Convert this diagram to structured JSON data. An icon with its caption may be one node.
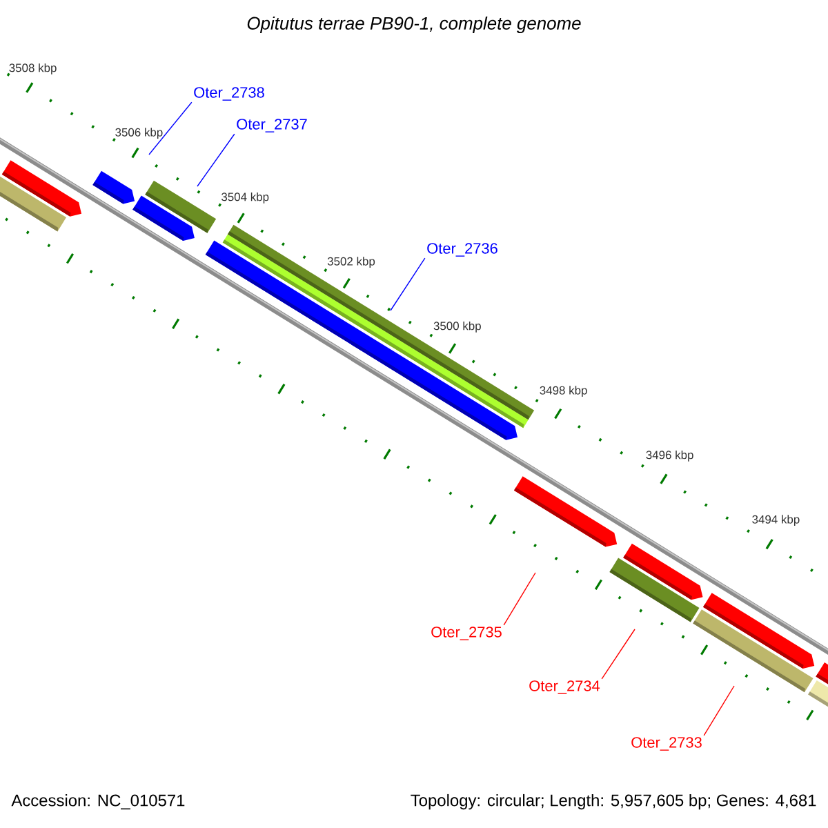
{
  "diagram": {
    "title": "Opitutus terrae PB90-1, complete genome",
    "nodes": [
      {
        "text": [
          "Oter_2738"
        ]
      },
      {
        "text": [
          "Oter_2737"
        ]
      },
      {
        "text": [
          "Oter_2736"
        ]
      },
      {
        "text": [
          "Oter_2735"
        ]
      },
      {
        "text": [
          "Oter_2734"
        ]
      },
      {
        "text": [
          "Oter_2733"
        ]
      }
    ],
    "edges": [
      {
        "from": 0,
        "to": null,
        "arrow": "none"
      },
      {
        "from": 1,
        "to": null,
        "arrow": "none"
      },
      {
        "from": 2,
        "to": null,
        "arrow": "none"
      },
      {
        "from": 3,
        "to": null,
        "arrow": "none",
        "color": "#ff0000"
      },
      {
        "from": 4,
        "to": null,
        "arrow": "none",
        "color": "#ff0000"
      },
      {
        "from": 5,
        "to": null,
        "arrow": "none",
        "color": "#ff0000"
      }
    ],
    "labels": [
      "3508 kbp",
      "3506 kbp",
      "3504 kbp",
      "3502 kbp",
      "3500 kbp",
      "3498 kbp",
      "3496 kbp",
      "3494 kbp",
      "Accession: NC_010571",
      "Topology: circular; Length: 5,957,605 bp; Genes: 4,681"
    ]
  }
}
